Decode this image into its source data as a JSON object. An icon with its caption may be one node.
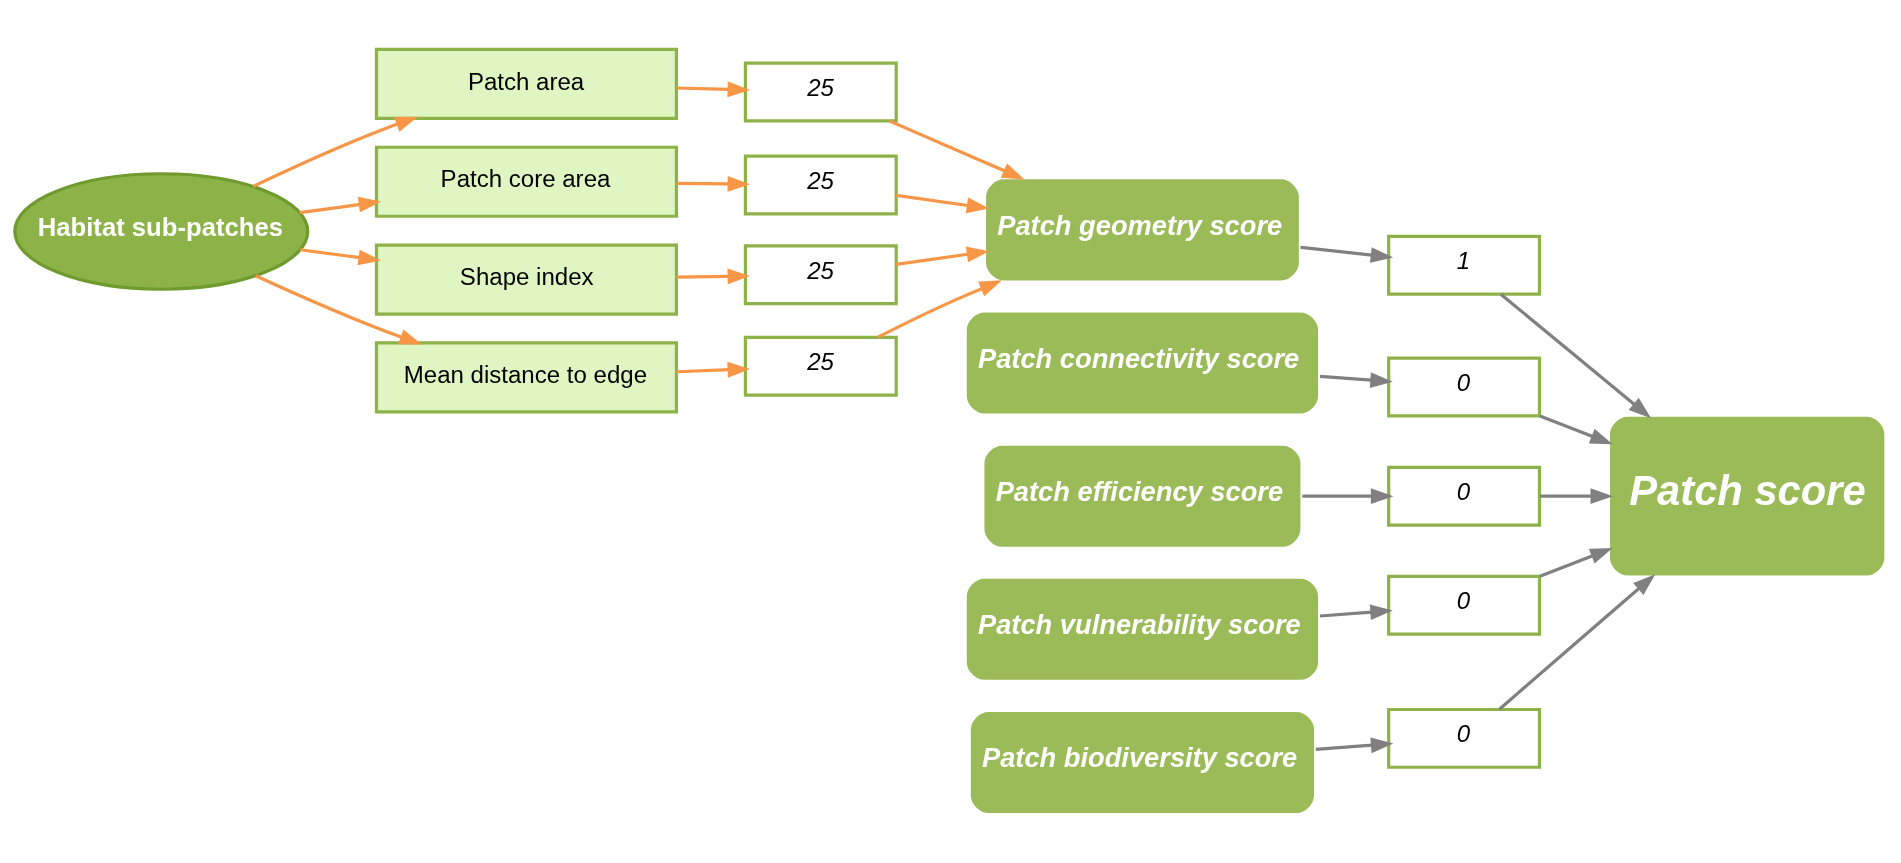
{
  "diagram": {
    "nodes": [
      {
        "text": [
          "Habitat sub-patches"
        ]
      },
      {
        "text": [
          "Patch area"
        ]
      },
      {
        "text": [
          "Patch core area"
        ]
      },
      {
        "text": [
          "Shape index"
        ]
      },
      {
        "text": [
          "Mean distance to edge"
        ]
      },
      {
        "text": [
          "25"
        ]
      },
      {
        "text": [
          "25"
        ]
      },
      {
        "text": [
          "25"
        ]
      },
      {
        "text": [
          "25"
        ]
      },
      {
        "text": [
          "Patch geometry score"
        ]
      },
      {
        "text": [
          "1"
        ]
      },
      {
        "text": [
          "Patch connectivity score"
        ]
      },
      {
        "text": [
          "0"
        ]
      },
      {
        "text": [
          "Patch efficiency score"
        ]
      },
      {
        "text": [
          "0"
        ]
      },
      {
        "text": [
          "Patch vulnerability score"
        ]
      },
      {
        "text": [
          "0"
        ]
      },
      {
        "text": [
          "Patch biodiversity score"
        ]
      },
      {
        "text": [
          "0"
        ]
      },
      {
        "text": [
          "Patch score"
        ]
      }
    ],
    "edges": [
      {
        "from": 0,
        "to": 1,
        "arrow": "to"
      },
      {
        "from": 0,
        "to": 2,
        "arrow": "to"
      },
      {
        "from": 0,
        "to": 3,
        "arrow": "to"
      },
      {
        "from": 0,
        "to": 4,
        "arrow": "to"
      },
      {
        "from": 1,
        "to": 5,
        "arrow": "to"
      },
      {
        "from": 2,
        "to": 6,
        "arrow": "to"
      },
      {
        "from": 3,
        "to": 7,
        "arrow": "to"
      },
      {
        "from": 4,
        "to": 8,
        "arrow": "to"
      },
      {
        "from": 5,
        "to": 9,
        "arrow": "to"
      },
      {
        "from": 6,
        "to": 9,
        "arrow": "to"
      },
      {
        "from": 7,
        "to": 9,
        "arrow": "to"
      },
      {
        "from": 8,
        "to": 9,
        "arrow": "to"
      },
      {
        "from": 9,
        "to": 10,
        "arrow": "to",
        "color": "#808080"
      },
      {
        "from": 11,
        "to": 12,
        "arrow": "to",
        "color": "#808080"
      },
      {
        "from": 13,
        "to": 14,
        "arrow": "to",
        "color": "#808080"
      },
      {
        "from": 15,
        "to": 16,
        "arrow": "to",
        "color": "#808080"
      },
      {
        "from": 17,
        "to": 18,
        "arrow": "to",
        "color": "#808080"
      },
      {
        "from": 10,
        "to": 19,
        "arrow": "to",
        "color": "#808080"
      },
      {
        "from": 12,
        "to": 19,
        "arrow": "to",
        "color": "#808080"
      },
      {
        "from": 14,
        "to": 19,
        "arrow": "to",
        "color": "#808080"
      },
      {
        "from": 16,
        "to": 19,
        "arrow": "to",
        "color": "#808080"
      },
      {
        "from": 18,
        "to": 19,
        "arrow": "to",
        "color": "#808080"
      }
    ]
  }
}
